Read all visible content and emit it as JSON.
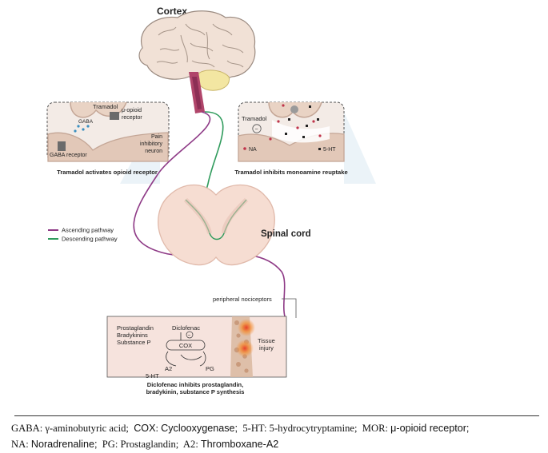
{
  "diagram": {
    "cortex_label": "Cortex",
    "spinal_cord_label": "Spinal cord",
    "left_inset": {
      "tramadol_label": "Tramadol",
      "mu_opioid_label": "μ-opioid receptor",
      "gaba_label": "GABA",
      "gaba_receptor_label": "GABA receptor",
      "pain_neuron_label": "Pain inhibitory neuron",
      "caption": "Tramadol activates opioid receptor"
    },
    "right_inset": {
      "tramadol_label": "Tramadol",
      "na_label": "NA",
      "ht_label": "5-HT",
      "caption": "Tramadol inhibits monoamine reuptake"
    },
    "legend": {
      "ascending": "Ascending pathway",
      "descending": "Descending pathway",
      "ascending_color": "#8e3a86",
      "descending_color": "#2f9b5c"
    },
    "bottom_box": {
      "peripheral_label": "peripheral nociceptors",
      "mediators": [
        "Prostaglandin",
        "Bradykinins",
        "Substance P"
      ],
      "diclofenac_label": "Diclofenac",
      "cox_label": "COX",
      "a2_label": "A2",
      "pg_label": "PG",
      "ht_label": "5-HT",
      "tissue_label": "Tissue injury",
      "caption_line1": "Diclofenac inhibits prostaglandin,",
      "caption_line2": "bradykinin, substance P synthesis"
    }
  },
  "footnote": {
    "line1": [
      {
        "abbr": "GABA",
        "def": "γ-aminobutyric acid;"
      },
      {
        "abbr": "COX",
        "def": "Cyclooxygenase;"
      },
      {
        "abbr": "5-HT",
        "def": "5-hydrocytryptamine;"
      },
      {
        "abbr": "MOR",
        "def": "μ-opioid receptor;"
      }
    ],
    "line2": [
      {
        "abbr": "NA",
        "def": "Noradrenaline;"
      },
      {
        "abbr": "PG",
        "def": "Prostaglandin;"
      },
      {
        "abbr": "A2",
        "def": "Thromboxane-A2"
      }
    ]
  }
}
